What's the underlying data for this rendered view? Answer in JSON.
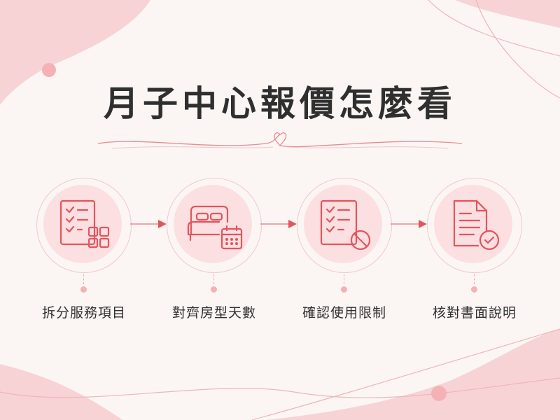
{
  "title": "月子中心報價怎麼看",
  "colors": {
    "background": "#fbf6f4",
    "accent": "#e0565e",
    "circle_fill": "#fbdfe1",
    "circle_border": "#f2c8cb",
    "blob": "#f8d3d6"
  },
  "steps": [
    {
      "label": "拆分服務項目",
      "icon": "checklist-with-grid-icon"
    },
    {
      "label": "對齊房型天數",
      "icon": "bed-with-calendar-icon"
    },
    {
      "label": "確認使用限制",
      "icon": "checklist-with-prohibited-icon"
    },
    {
      "label": "核對書面說明",
      "icon": "document-with-check-icon"
    }
  ]
}
